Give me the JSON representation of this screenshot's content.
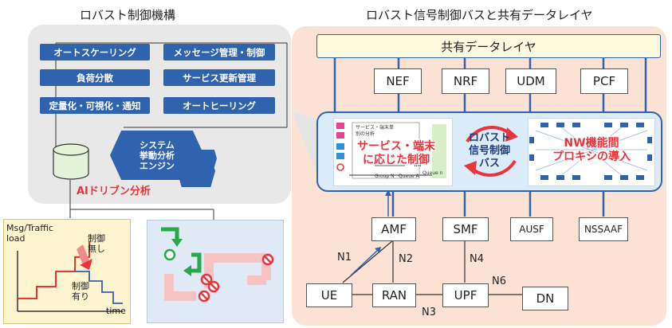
{
  "left_title": "ロバスト制御機構",
  "right_title": "ロバスト信号制御バスと共有データレイヤ",
  "control_buttons": [
    "オートスケーリング",
    "メッセージ管理・制御",
    "負荷分散",
    "サービス更新管理",
    "定量化・可視化・通知",
    "オートヒーリング"
  ],
  "engine_label": "システム\n挙動分析\nエンジン",
  "ai_label": "AIドリブン分析",
  "shared_layer": "共有データレイヤ",
  "nf_top": [
    "NEF",
    "NRF",
    "UDM",
    "PCF"
  ],
  "bus": {
    "service_label": "サービス・端末\nに応じた制御",
    "center_label": "ロバスト\n信号制御\nバス",
    "proxy_label": "NW機能間\nプロキシの導入",
    "mini_text": [
      "サービス・端末単",
      "別の分析",
      "Group N",
      "Queue A",
      "Queue n",
      "wN"
    ]
  },
  "nf_bottom": {
    "amf": "AMF",
    "smf": "SMF",
    "ausf": "AUSF",
    "nssaaf": "NSSAAF",
    "ue": "UE",
    "ran": "RAN",
    "upf": "UPF",
    "dn": "DN"
  },
  "interfaces": {
    "n1": "N1",
    "n2": "N2",
    "n3": "N3",
    "n4": "N4",
    "n6": "N6"
  },
  "chart": {
    "ylabel": "Msg/Traffic\nload",
    "no_control": "制御\n無し",
    "with_control": "制御\n有り",
    "xlabel": "time"
  }
}
